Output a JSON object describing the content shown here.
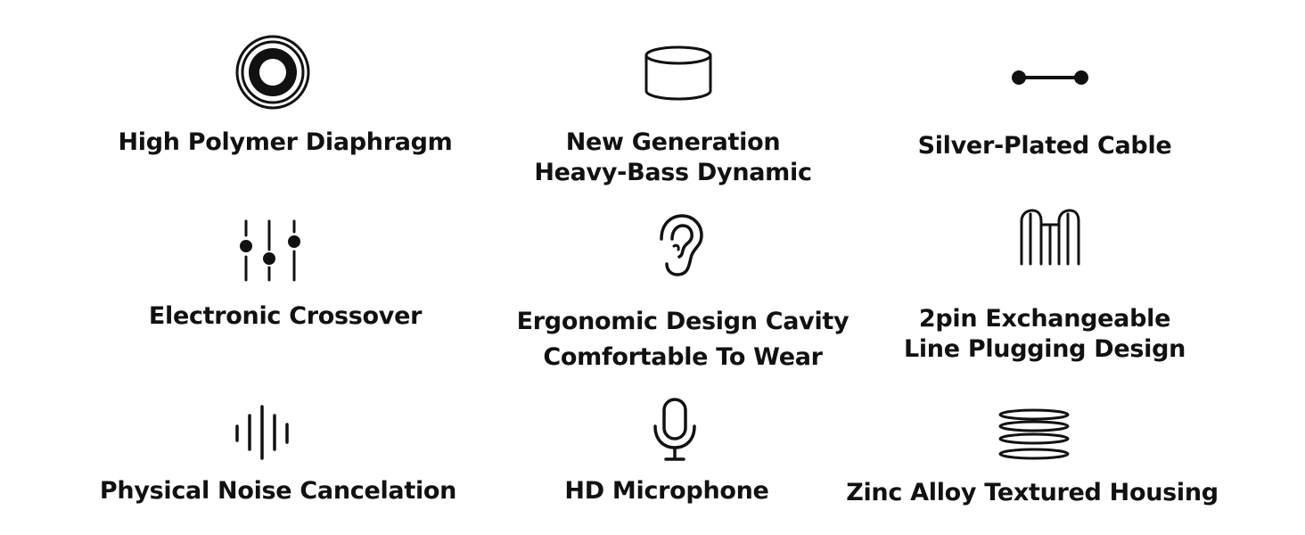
{
  "features": [
    {
      "icon": "diaphragm-icon",
      "lines": [
        "High Polymer Diaphragm"
      ]
    },
    {
      "icon": "cylinder-driver-icon",
      "lines": [
        "New Generation",
        "Heavy-Bass Dynamic"
      ]
    },
    {
      "icon": "cable-icon",
      "lines": [
        "Silver-Plated Cable"
      ]
    },
    {
      "icon": "equalizer-sliders-icon",
      "lines": [
        "Electronic Crossover"
      ]
    },
    {
      "icon": "ear-icon",
      "lines": [
        "Ergonomic Design Cavity",
        "Comfortable To Wear"
      ]
    },
    {
      "icon": "two-pin-connector-icon",
      "lines": [
        "2pin Exchangeable",
        "Line Plugging Design"
      ]
    },
    {
      "icon": "sound-wave-icon",
      "lines": [
        "Physical Noise Cancelation"
      ]
    },
    {
      "icon": "microphone-icon",
      "lines": [
        "HD Microphone"
      ]
    },
    {
      "icon": "stacked-discs-icon",
      "lines": [
        "Zinc Alloy Textured Housing"
      ]
    }
  ],
  "colors": {
    "foreground": "#111111",
    "background": "#ffffff"
  }
}
